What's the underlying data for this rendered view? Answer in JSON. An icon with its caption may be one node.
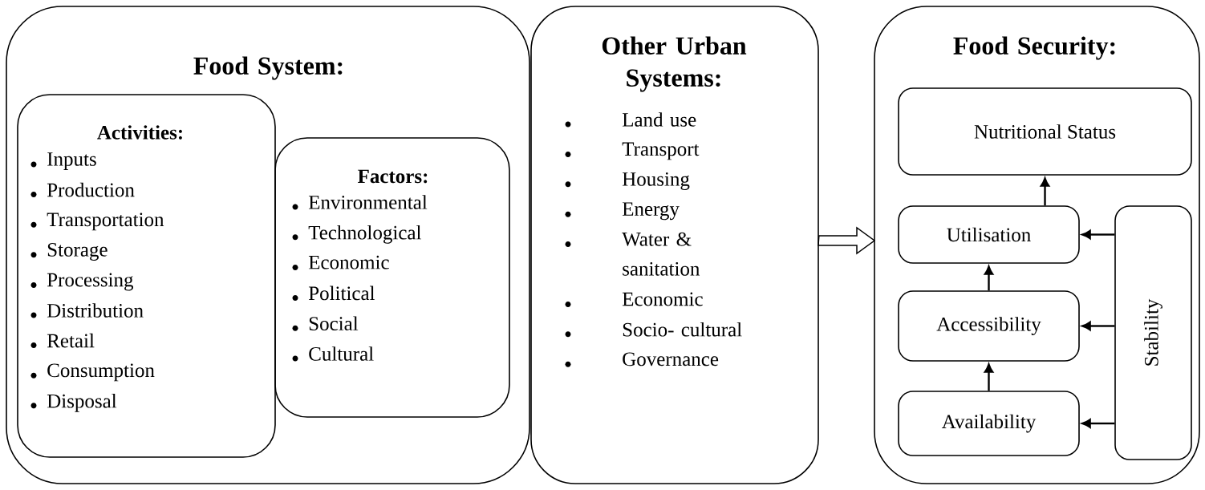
{
  "diagram": {
    "nodes": [
      {
        "text": [
          "Food System:"
        ]
      },
      {
        "text": [
          "Activities:",
          "Inputs",
          "Production",
          "Transportation",
          "Storage",
          "Processing",
          "Distribution",
          "Retail",
          "Consumption",
          "Disposal"
        ],
        "in": 0
      },
      {
        "text": [
          "Factors:",
          "Environmental",
          "Technological",
          "Economic",
          "Political",
          "Social",
          "Cultural"
        ],
        "in": 0
      },
      {
        "text": [
          "Other Urban Systems:",
          "Land use",
          "Transport",
          "Housing",
          "Energy",
          "Water & sanitation",
          "Economic",
          "Socio- cultural",
          "Governance"
        ]
      },
      {
        "text": [
          "Food Security:"
        ]
      },
      {
        "text": [
          "Nutritional Status"
        ],
        "in": 4
      },
      {
        "text": [
          "Utilisation"
        ],
        "in": 4
      },
      {
        "text": [
          "Accessibility"
        ],
        "in": 4
      },
      {
        "text": [
          "Availability"
        ],
        "in": 4
      },
      {
        "text": [
          "Stability"
        ],
        "in": 4
      }
    ],
    "edges": [
      {
        "from": 3,
        "to": 4,
        "arrow": "to",
        "style": "thick"
      },
      {
        "from": 6,
        "to": 5,
        "arrow": "to"
      },
      {
        "from": 7,
        "to": 6,
        "arrow": "to"
      },
      {
        "from": 8,
        "to": 7,
        "arrow": "to"
      },
      {
        "from": 9,
        "to": 6,
        "arrow": "to"
      },
      {
        "from": 9,
        "to": 7,
        "arrow": "to"
      },
      {
        "from": 9,
        "to": 8,
        "arrow": "to"
      }
    ]
  }
}
